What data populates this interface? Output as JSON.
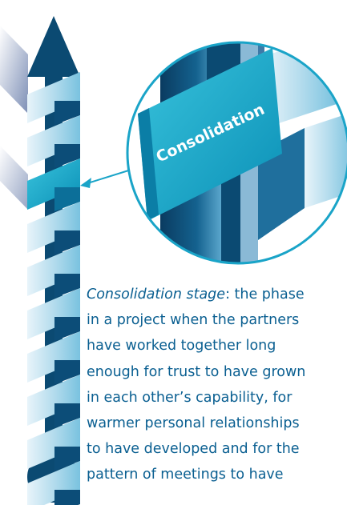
{
  "label": "Consolidation",
  "caption": {
    "term": "Consolidation stage",
    "first_line_rest": ": the phase",
    "lines": [
      "in a project when the partners",
      "have worked together long",
      "enough for trust to have grown",
      "in each other’s capability, for",
      "warmer personal relationships",
      "to have developed and for the",
      "pattern of meetings to have"
    ]
  },
  "colors": {
    "shaft": "#0b4a72",
    "ribbon_light": "#cfe6f3",
    "ribbon_teal": "#11a9c9",
    "ribbon_dark": "#0c4d78",
    "caption_text": "#0a5f91"
  }
}
